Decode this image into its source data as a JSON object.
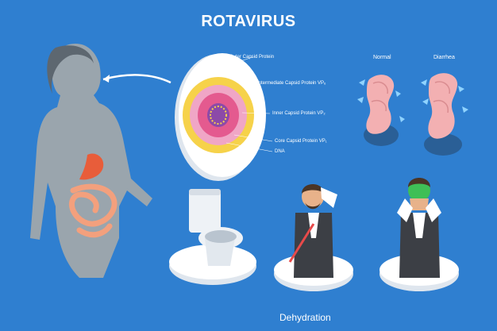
{
  "title": "ROTAVIRUS",
  "virus_labels": {
    "outer": "Outer Capsid Protein",
    "intermediate": "Intermediate Capsid Protein VP₆",
    "inner": "Inner Capsid Protein VP₂",
    "core": "Core Capsid Protein VP₁",
    "dna": "DNA"
  },
  "intestine_labels": {
    "normal": "Normal",
    "diarrhea": "Diarrhea"
  },
  "caption": "Dehydration",
  "colors": {
    "background": "#2f7fd0",
    "body": "#9aa5ad",
    "intestine": "#f3a07d",
    "stomach": "#e85d3a",
    "virus_yellow": "#f6d24a",
    "virus_pink": "#e45a8f",
    "virus_purple": "#8c4aa8"
  }
}
